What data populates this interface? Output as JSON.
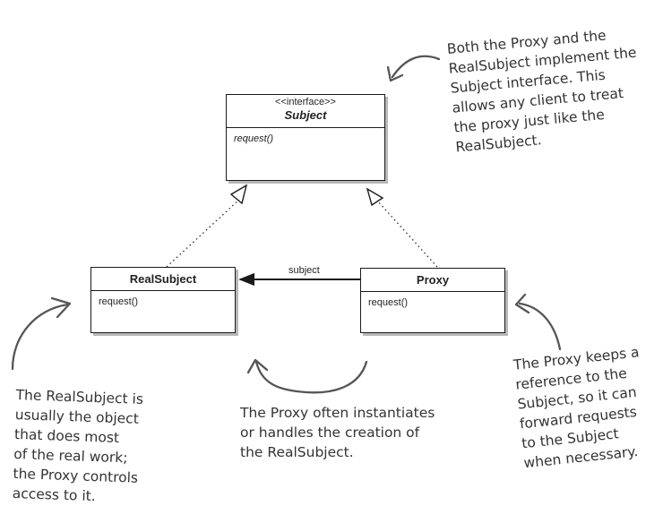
{
  "subject_class": {
    "stereotype": "<<interface>>",
    "name": "Subject",
    "operation": "request()"
  },
  "realsubject_class": {
    "name": "RealSubject",
    "operation": "request()"
  },
  "proxy_class": {
    "name": "Proxy",
    "operation": "request()"
  },
  "association_label": "subject",
  "notes": {
    "top_right": [
      "Both the Proxy and the",
      "RealSubject implement the",
      "Subject interface.  This",
      "allows any client to treat",
      "the proxy just like the",
      "RealSubject."
    ],
    "bottom_left": [
      "The RealSubject is",
      "usually the object",
      "that does most",
      "of the real work;",
      "the Proxy controls",
      "access to it."
    ],
    "bottom_middle": [
      "The Proxy often instantiates",
      "or handles the creation of",
      "the RealSubject."
    ],
    "bottom_right": [
      "The Proxy keeps a",
      "reference to the",
      "Subject, so it can",
      "forward requests",
      "to the Subject",
      "when necessary."
    ]
  },
  "colors": {
    "line": "#1a1a1a",
    "shadow": "#b8b8b8",
    "handwriting": "#333333",
    "curved_arrow": "#555555"
  }
}
